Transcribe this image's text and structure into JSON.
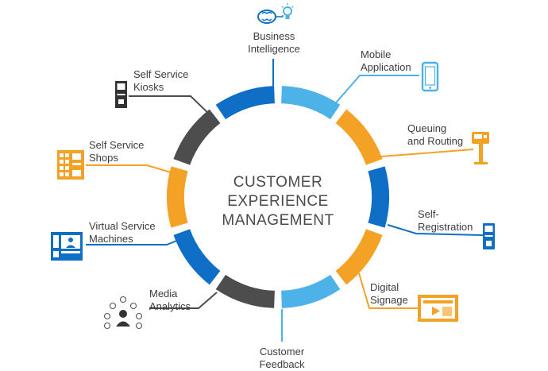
{
  "colors": {
    "blue": "#0f6fc6",
    "lightblue": "#4db2e8",
    "orange": "#f4a225",
    "gray": "#4d4d4d",
    "text": "#3d3d3d"
  },
  "center": {
    "line1": "CUSTOMER",
    "line2": "EXPERIENCE",
    "line3": "MANAGEMENT"
  },
  "segments": [
    {
      "name": "business-intelligence",
      "line1": "Business",
      "line2": "Intelligence",
      "color": "blue",
      "icon": "brain-lightbulb-icon"
    },
    {
      "name": "mobile-application",
      "line1": "Mobile",
      "line2": "Application",
      "color": "lightblue",
      "icon": "smartphone-icon"
    },
    {
      "name": "queuing-and-routing",
      "line1": "Queuing",
      "line2": "and Routing",
      "color": "orange",
      "icon": "ticket-dispenser-icon"
    },
    {
      "name": "self-registration",
      "line1": "Self-",
      "line2": "Registration",
      "color": "blue",
      "icon": "registration-kiosk-icon"
    },
    {
      "name": "digital-signage",
      "line1": "Digital",
      "line2": "Signage",
      "color": "orange",
      "icon": "video-screen-icon"
    },
    {
      "name": "customer-feedback",
      "line1": "Customer",
      "line2": "Feedback",
      "color": "lightblue",
      "icon": ""
    },
    {
      "name": "media-analytics",
      "line1": "Media",
      "line2": "Analytics",
      "color": "gray",
      "icon": "social-media-people-icon"
    },
    {
      "name": "virtual-service-machines",
      "line1": "Virtual Service",
      "line2": "Machines",
      "color": "blue",
      "icon": "virtual-machine-icon"
    },
    {
      "name": "self-service-shops",
      "line1": "Self Service",
      "line2": "Shops",
      "color": "orange",
      "icon": "vending-shop-icon"
    },
    {
      "name": "self-service-kiosks",
      "line1": "Self Service",
      "line2": "Kiosks",
      "color": "gray",
      "icon": "kiosk-icon"
    }
  ]
}
